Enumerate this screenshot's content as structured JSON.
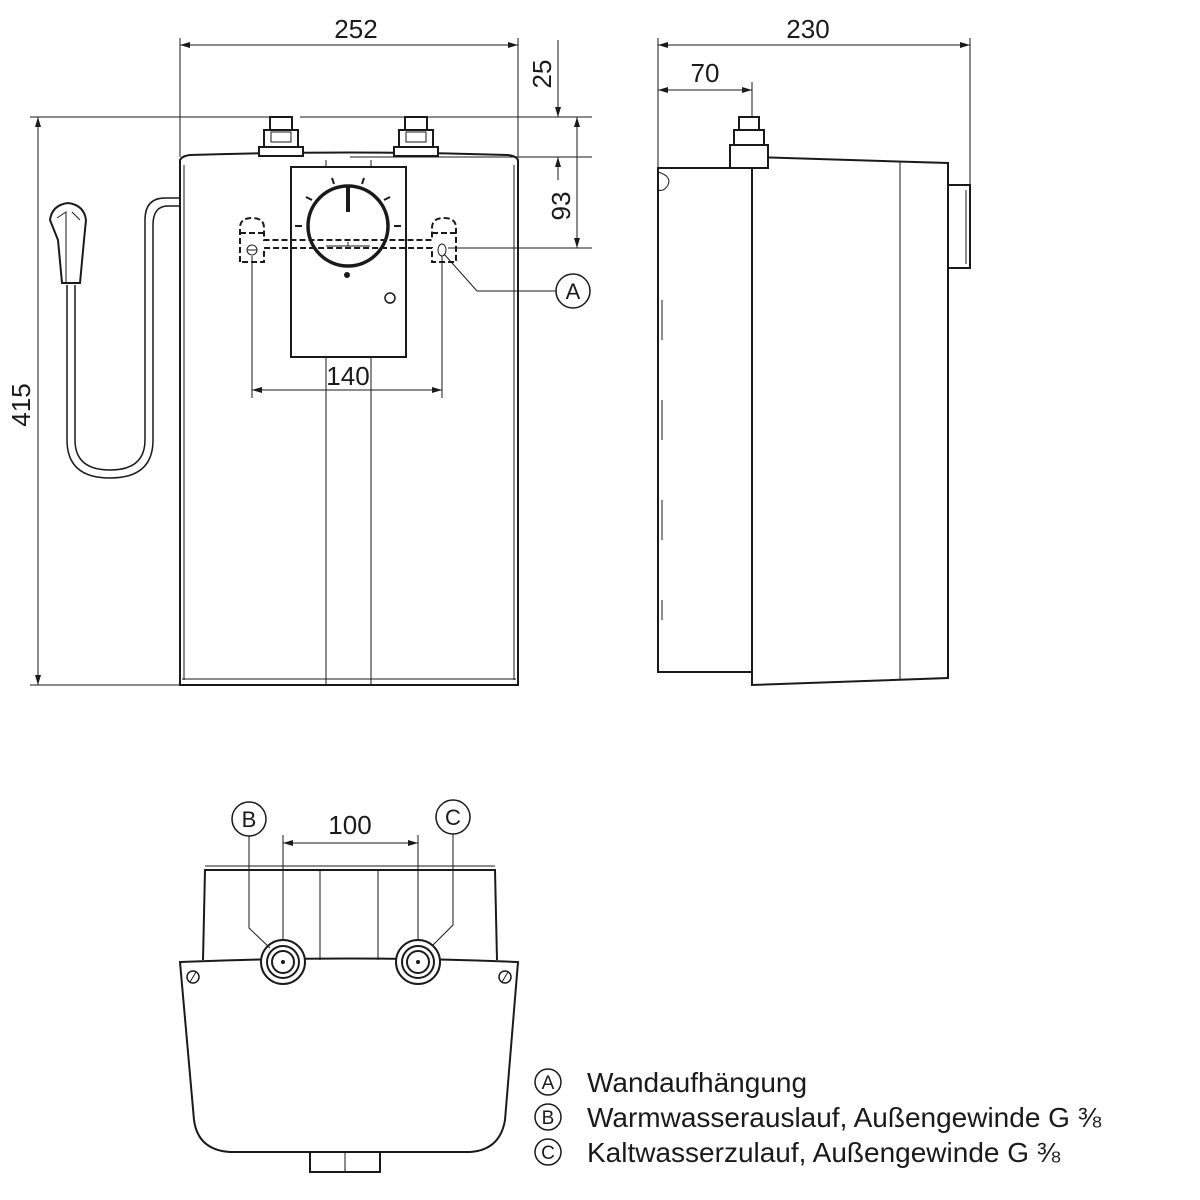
{
  "dimensions": {
    "front_width": "252",
    "side_depth": "230",
    "fitting_offset": "70",
    "fitting_height": "25",
    "mount_height": "93",
    "total_height": "415",
    "mount_spacing": "140",
    "outlet_spacing": "100"
  },
  "callouts": {
    "a": "A",
    "b": "B",
    "c": "C"
  },
  "legend": [
    {
      "key": "A",
      "text": "Wandaufhängung"
    },
    {
      "key": "B",
      "text": "Warmwasserauslauf, Außengewinde G ⅜"
    },
    {
      "key": "C",
      "text": "Kaltwasserzulauf, Außengewinde G ⅜"
    }
  ]
}
